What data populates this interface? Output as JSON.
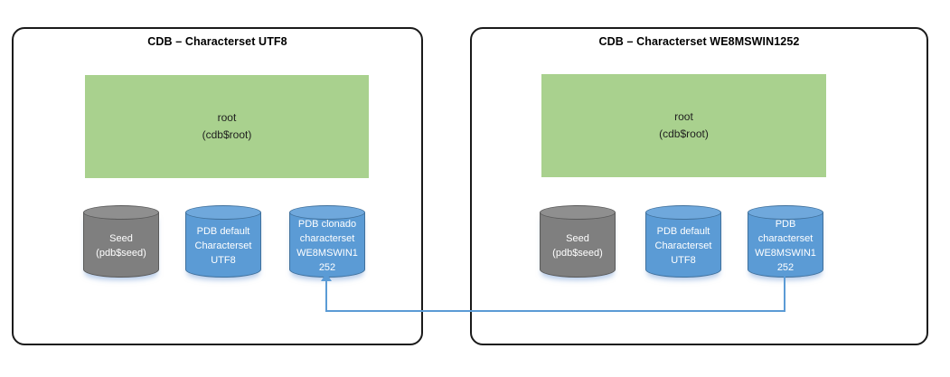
{
  "colors": {
    "container_border": "#1A1A1A",
    "root_fill": "#A9D18E",
    "cylinder_blue_fill": "#5B9BD5",
    "cylinder_blue_border": "#41719C",
    "cylinder_gray_fill": "#7F7F7F",
    "cylinder_gray_border": "#5A5A5A",
    "connector_blue": "#5B9BD5",
    "text_dark": "#1F1F1F",
    "text_light": "#FFFFFF"
  },
  "left_cdb": {
    "title": "CDB – Characterset UTF8",
    "root_label": "root\n(cdb$root)",
    "cylinders": [
      {
        "label": "Seed\n(pdb$seed)"
      },
      {
        "label": "PDB default\nCharacterset\nUTF8"
      },
      {
        "label": "PDB clonado\ncharacterset\nWE8MSWIN1\n252"
      }
    ]
  },
  "right_cdb": {
    "title": "CDB – Characterset WE8MSWIN1252",
    "root_label": "root\n(cdb$root)",
    "cylinders": [
      {
        "label": "Seed\n(pdb$seed)"
      },
      {
        "label": "PDB default\nCharacterset\nUTF8"
      },
      {
        "label": "PDB\ncharacterset\nWE8MSWIN1\n252"
      }
    ]
  }
}
